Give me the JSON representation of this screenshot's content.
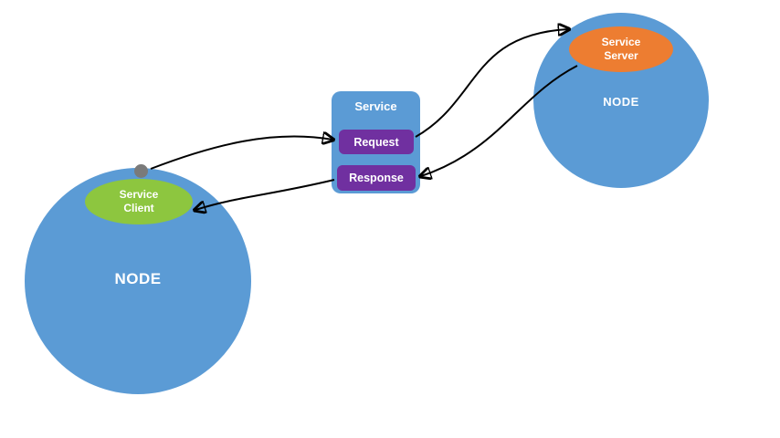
{
  "colors": {
    "background": "#ffffff",
    "node_blue": "#5b9bd5",
    "client_green": "#8dc63f",
    "server_orange": "#ed7d31",
    "message_purple": "#7030a0",
    "arrow_black": "#000000",
    "dot_gray": "#7a7a7a",
    "label_white": "#ffffff"
  },
  "left_node": {
    "label": "NODE",
    "client": {
      "line1": "Service",
      "line2": "Client"
    }
  },
  "right_node": {
    "label": "NODE",
    "server": {
      "line1": "Service",
      "line2": "Server"
    }
  },
  "service": {
    "title": "Service",
    "request_label": "Request",
    "response_label": "Response"
  }
}
